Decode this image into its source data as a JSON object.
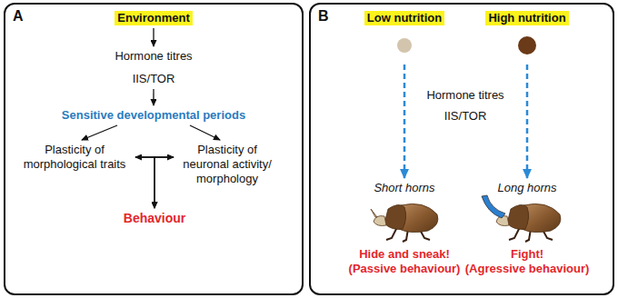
{
  "diagram": {
    "nodes": [
      {
        "text": [
          "A"
        ]
      },
      {
        "text": [
          "Environment"
        ],
        "in": 0
      },
      {
        "text": [
          "Hormone titres",
          "IIS/TOR"
        ],
        "in": 0
      },
      {
        "text": [
          "Sensitive developmental periods"
        ],
        "in": 0
      },
      {
        "text": [
          "Plasticity of morphological traits"
        ],
        "in": 0
      },
      {
        "text": [
          "Plasticity of neuronal activity/ morphology"
        ],
        "in": 0
      },
      {
        "text": [
          "Behaviour"
        ],
        "in": 0
      },
      {
        "text": [
          "B"
        ]
      },
      {
        "text": [
          "Low nutrition"
        ],
        "in": 7
      },
      {
        "text": [
          "High nutrition"
        ],
        "in": 7
      },
      {
        "text": [
          "Short horns"
        ],
        "in": 7
      },
      {
        "text": [
          "Long horns"
        ],
        "in": 7
      }
    ],
    "edges": [
      {
        "from": 1,
        "to": 2,
        "arrow": "to"
      },
      {
        "from": 2,
        "to": 3,
        "arrow": "to"
      },
      {
        "from": 3,
        "to": 4,
        "arrow": "to"
      },
      {
        "from": 3,
        "to": 5,
        "arrow": "to"
      },
      {
        "from": 4,
        "to": 5,
        "arrow": "both"
      },
      {
        "from": 4,
        "to": 6,
        "arrow": "to"
      },
      {
        "from": 5,
        "to": 6,
        "arrow": "to"
      },
      {
        "from": 8,
        "to": 10,
        "arrow": "to"
      },
      {
        "from": 9,
        "to": 11,
        "arrow": "to"
      }
    ],
    "labels": [
      "Hormone titres",
      "IIS/TOR",
      "Hide and sneak!",
      "(Passive behaviour)",
      "Fight!",
      "(Agressive behaviour)"
    ]
  }
}
